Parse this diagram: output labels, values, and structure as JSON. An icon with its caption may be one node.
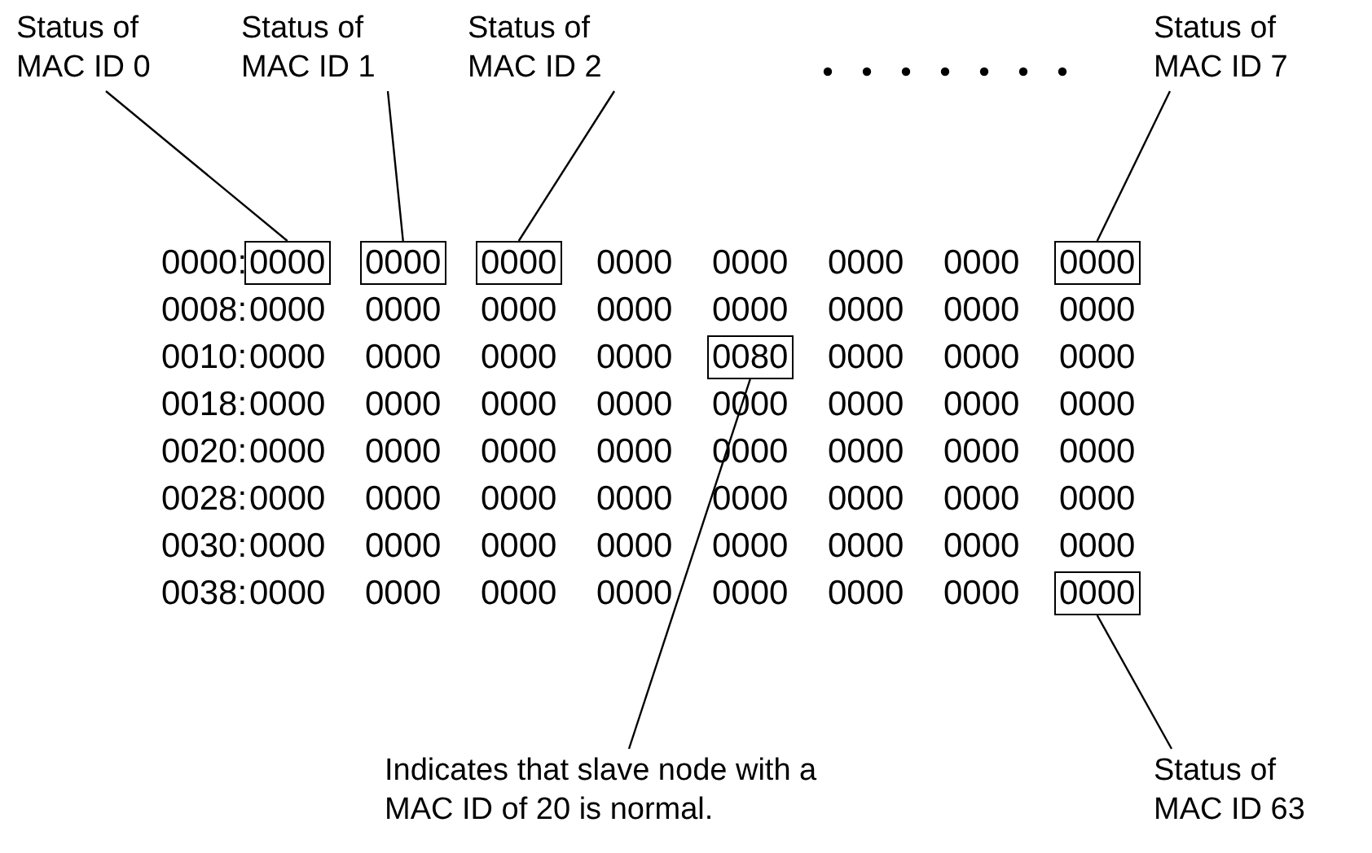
{
  "diagram": {
    "nodes": [
      {
        "text": [
          "Status of MAC ID 0"
        ]
      },
      {
        "text": [
          "Status of MAC ID 1"
        ]
      },
      {
        "text": [
          "Status of MAC ID 2"
        ]
      },
      {
        "text": [
          "Status of MAC ID 7"
        ]
      },
      {
        "text": [
          "0000"
        ]
      },
      {
        "text": [
          "0000"
        ]
      },
      {
        "text": [
          "0000"
        ]
      },
      {
        "text": [
          "0000"
        ]
      },
      {
        "text": [
          "0080"
        ]
      },
      {
        "text": [
          "0000"
        ]
      },
      {
        "text": [
          "Indicates that slave node with a MAC ID of 20 is normal."
        ]
      },
      {
        "text": [
          "Status of MAC ID 63"
        ]
      }
    ],
    "edges": [
      {
        "from": 0,
        "to": 4,
        "arrow": "none"
      },
      {
        "from": 1,
        "to": 5,
        "arrow": "none"
      },
      {
        "from": 2,
        "to": 6,
        "arrow": "none"
      },
      {
        "from": 3,
        "to": 7,
        "arrow": "none"
      },
      {
        "from": 10,
        "to": 8,
        "arrow": "none"
      },
      {
        "from": 11,
        "to": 9,
        "arrow": "none"
      }
    ],
    "labels": [
      "0000:",
      "0000",
      "0000",
      "0000",
      "0000",
      "0008:",
      "0000",
      "0000",
      "0000",
      "0000",
      "0000",
      "0000",
      "0000",
      "0000",
      "0010:",
      "0000",
      "0000",
      "0000",
      "0000",
      "0000",
      "0000",
      "0000",
      "0018:",
      "0000",
      "0000",
      "0000",
      "0000",
      "0000",
      "0000",
      "0000",
      "0000",
      "0020:",
      "0000",
      "0000",
      "0000",
      "0000",
      "0000",
      "0000",
      "0000",
      "0000",
      "0028:",
      "0000",
      "0000",
      "0000",
      "0000",
      "0000",
      "0000",
      "0000",
      "0000",
      "0030:",
      "0000",
      "0000",
      "0000",
      "0000",
      "0000",
      "0000",
      "0000",
      "0000",
      "0038:",
      "0000",
      "0000",
      "0000",
      "0000",
      "0000",
      "0000",
      "0000"
    ]
  }
}
